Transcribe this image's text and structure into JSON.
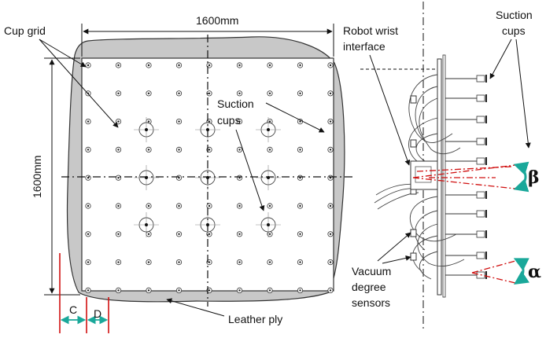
{
  "labels": {
    "width_dim": "1600mm",
    "height_dim": "1600mm",
    "cup_grid": "Cup grid",
    "suction_cups_center_1": "Suction",
    "suction_cups_center_2": "cups",
    "robot_wrist_1": "Robot wrist",
    "robot_wrist_2": "interface",
    "suction_cups_right_1": "Suction",
    "suction_cups_right_2": "cups",
    "beta": "β",
    "alpha": "α",
    "vacuum_1": "Vacuum",
    "vacuum_2": "degree",
    "vacuum_3": "sensors",
    "leather_ply": "Leather ply",
    "dim_c": "C",
    "dim_d": "D"
  },
  "colors": {
    "leather": "#c8c8c8",
    "outline": "#333333",
    "accent_red": "#d01010",
    "accent_teal": "#1aa89a"
  }
}
